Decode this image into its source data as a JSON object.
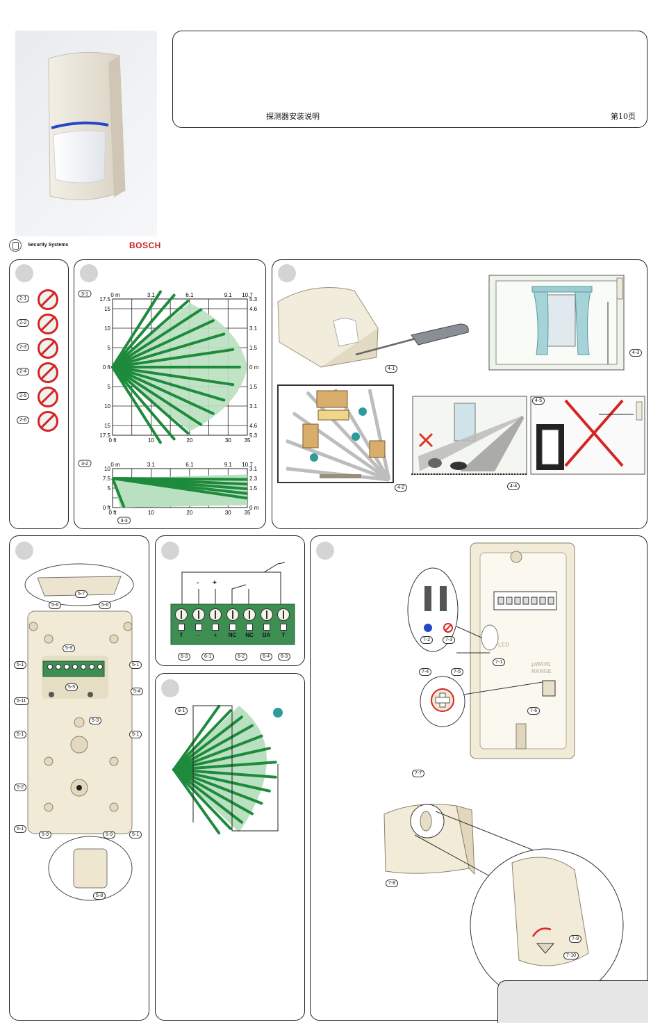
{
  "header": {
    "doc_title": "探测器安装说明",
    "page_label": "第10页"
  },
  "brand": {
    "company_line": "Security Systems",
    "logo": "BOSCH",
    "logo_color": "#cc1f1f"
  },
  "section2": {
    "callouts": [
      "2-1",
      "2-2",
      "2-3",
      "2-4",
      "2-5",
      "2-6"
    ]
  },
  "chart_data": [
    {
      "type": "line",
      "label": "3-1",
      "top_axis": [
        "0 m",
        "3.1",
        "6.1",
        "9.1",
        "10.7"
      ],
      "bottom_axis": [
        "0 ft",
        "10",
        "20",
        "30",
        "35"
      ],
      "left_axis": [
        "17.5",
        "15",
        "10",
        "5",
        "0 ft",
        "5",
        "10",
        "15",
        "17.5"
      ],
      "right_axis": [
        "5.3",
        "4.6",
        "3.1",
        "1.5",
        "0 m",
        "1.5",
        "3.1",
        "4.6",
        "5.3"
      ],
      "xlim": [
        0,
        35
      ],
      "ylim": [
        -17.5,
        17.5
      ],
      "grid": true
    },
    {
      "type": "line",
      "label": "3-2",
      "top_axis": [
        "0 m",
        "3.1",
        "6.1",
        "9.1",
        "10.7"
      ],
      "bottom_axis": [
        "0 ft",
        "10",
        "20",
        "30",
        "35"
      ],
      "left_axis": [
        "10",
        "7.5",
        "5",
        "0 ft"
      ],
      "right_axis": [
        "3.1",
        "2.3",
        "1.5",
        "0 m"
      ],
      "xlim": [
        0,
        35
      ],
      "ylim": [
        0,
        10
      ],
      "grid": true,
      "callout": "3-3"
    }
  ],
  "section4": {
    "callouts": [
      "4-1",
      "4-2",
      "4-3",
      "4-4",
      "4-5"
    ]
  },
  "section5": {
    "callouts": [
      "5-7",
      "5-6",
      "5-6",
      "5-9",
      "5-1",
      "5-1",
      "5-4",
      "5-11",
      "5-5",
      "5-3",
      "5-1",
      "5-1",
      "5-2",
      "5-1",
      "5-9",
      "5-9",
      "5-1",
      "5-8"
    ]
  },
  "section6": {
    "polarity": [
      "-",
      "+"
    ],
    "terminals": [
      "T",
      "-",
      "+",
      "NC",
      "NC",
      "DA",
      "T"
    ],
    "callouts": [
      "6-3",
      "6-1",
      "6-2",
      "6-4",
      "6-3"
    ]
  },
  "section9": {
    "callout": "9-1"
  },
  "section7": {
    "led_label": "LED",
    "range_label_1": "μWAVE",
    "range_label_2": "RANGE",
    "callouts": [
      "7-2",
      "7-3",
      "7-1",
      "7-4",
      "7-5",
      "7-6",
      "7-7",
      "7-8",
      "7-9",
      "7-10"
    ]
  },
  "colors": {
    "beam_dark": "#1e8a3c",
    "beam_light": "#b9e0c0",
    "terminal_green": "#3e8e54"
  }
}
